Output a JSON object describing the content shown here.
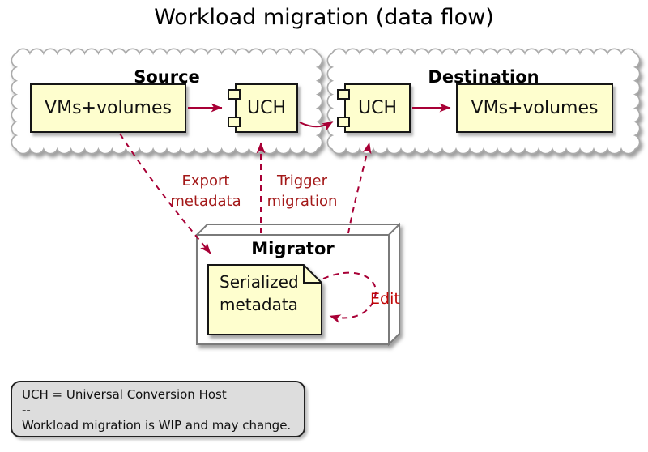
{
  "title": "Workload migration (data flow)",
  "source": {
    "label": "Source",
    "box_label": "VMs+volumes",
    "component_label": "UCH"
  },
  "destination": {
    "label": "Destination",
    "component_label": "UCH",
    "box_label": "VMs+volumes"
  },
  "migrator": {
    "label": "Migrator",
    "note_lines": [
      "Serialized",
      "metadata"
    ]
  },
  "edges": {
    "export": [
      "Export",
      "metadata"
    ],
    "trigger": [
      "Trigger",
      "migration"
    ],
    "edit": "Edit"
  },
  "legend": {
    "lines": [
      "UCH = Universal Conversion Host",
      "--",
      "Workload migration is WIP and may change."
    ]
  },
  "colors": {
    "arrow": "#A80036",
    "shape_fill": "#FEFECE",
    "cloud_border": "#ABABAB",
    "node_border": "#7A7A7A",
    "edge_label": "#A31818",
    "edit_label": "#C00505",
    "legend_bg": "#DDDDDD"
  }
}
